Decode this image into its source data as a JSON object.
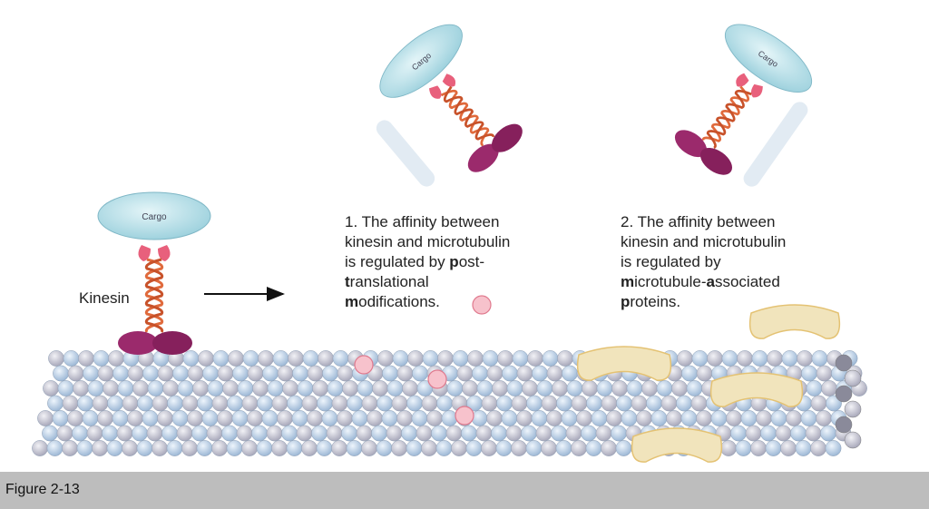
{
  "figure_label": "Figure 2-13",
  "kinesin_label": "Kinesin",
  "cargo_label": "Cargo",
  "caption1": {
    "l1": "1. The affinity between",
    "l2": "kinesin and microtubulin",
    "l3a": "is regulated by ",
    "l3b": "p",
    "l3c": "ost-",
    "l4a": "t",
    "l4b": "ranslational",
    "l5a": "m",
    "l5b": "odifications."
  },
  "caption2": {
    "l1": "2. The affinity between",
    "l2": "kinesin and microtubulin",
    "l3": "is regulated by",
    "l4a": "m",
    "l4b": "icrotubule-",
    "l4c": "a",
    "l4d": "ssociated",
    "l5a": "p",
    "l5b": "roteins."
  },
  "colors": {
    "cargo": "#bfe3ea",
    "kinesin_head": "#9b2a6c",
    "coil": "#e06a3c",
    "light_chain": "#e8607c",
    "tubulin_blue": "#b8cfe6",
    "tubulin_gray": "#c8c8d6",
    "ptm_dot": "#f7c2cc",
    "map_protein": "#f1e4bc",
    "figure_bar": "#bdbdbd"
  }
}
